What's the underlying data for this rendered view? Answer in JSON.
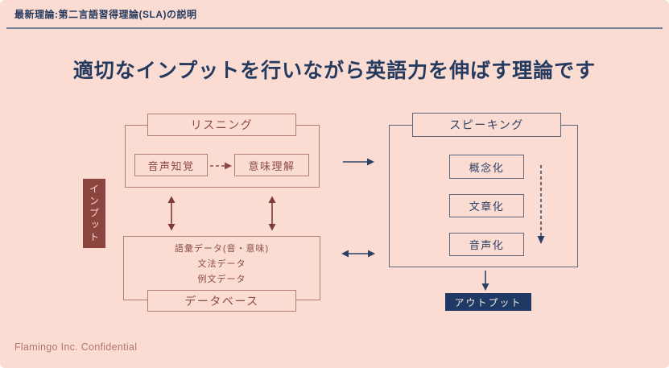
{
  "header": {
    "title": "最新理論:第二言語習得理論(SLA)の説明"
  },
  "main_title": "適切なインプットを行いながら英語力を伸ばす理論です",
  "input_diagram": {
    "listening_label": "リスニング",
    "speech_perception_label": "音声知覚",
    "meaning_comprehension_label": "意味理解",
    "input_label": "インプット",
    "database_items": [
      "語彙データ(音・意味)",
      "文法データ",
      "例文データ"
    ],
    "database_label": "データベース"
  },
  "output_diagram": {
    "speaking_label": "スピーキング",
    "conceptualization_label": "概念化",
    "formulation_label": "文章化",
    "articulation_label": "音声化",
    "output_label": "アウトプット"
  },
  "footer": {
    "confidential": "Flamingo Inc. Confidential"
  },
  "colors": {
    "background": "#fbdcd3",
    "navy_text": "#243a5e",
    "navy_border": "#5e6679",
    "navy_fill": "#1e3a64",
    "maroon_border": "#b17d75",
    "maroon_text": "#8d4b43",
    "maroon_fill": "#8b453e",
    "footer_text": "#b1766e",
    "header_rule": "#6f7a94"
  }
}
